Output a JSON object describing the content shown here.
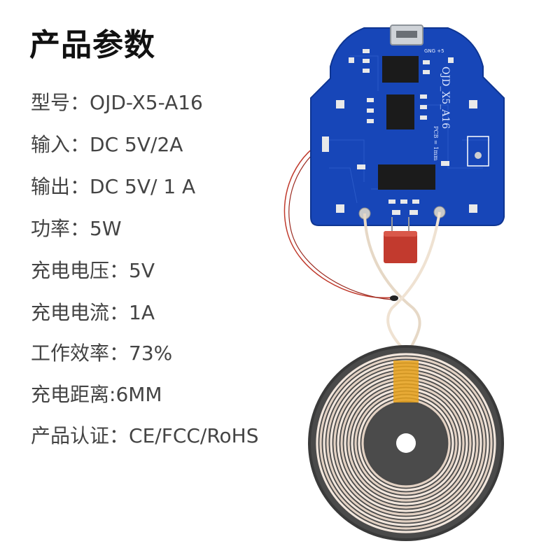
{
  "title": "产品参数",
  "specs": [
    {
      "key": "型号",
      "sep": "：",
      "value": "OJD-X5-A16"
    },
    {
      "key": "输入",
      "sep": "：",
      "value": "DC 5V/2A"
    },
    {
      "key": "输出",
      "sep": "：",
      "value": "DC 5V/ 1 A"
    },
    {
      "key": "功率",
      "sep": "：",
      "value": "5W"
    },
    {
      "key": "充电电压",
      "sep": "：",
      "value": "5V"
    },
    {
      "key": "充电电流",
      "sep": "：",
      "value": "1A"
    },
    {
      "key": "工作效率",
      "sep": "：",
      "value": "73%"
    },
    {
      "key": "充电距离",
      "sep": ":",
      "value": "6MM"
    },
    {
      "key": "产品认证",
      "sep": "：",
      "value": "CE/FCC/RoHS"
    }
  ],
  "pcb": {
    "silkscreen": "OJD_X5_A16",
    "pcb_mark": "PCB = 1mm",
    "port_label": "GNG +5"
  },
  "colors": {
    "pcb_blue": "#1746b8",
    "coil_ferrite": "#3a3a3a",
    "coil_copper": "#f2e6dc",
    "capacitor": "#c23a2e",
    "tape": "#e8a21c"
  }
}
